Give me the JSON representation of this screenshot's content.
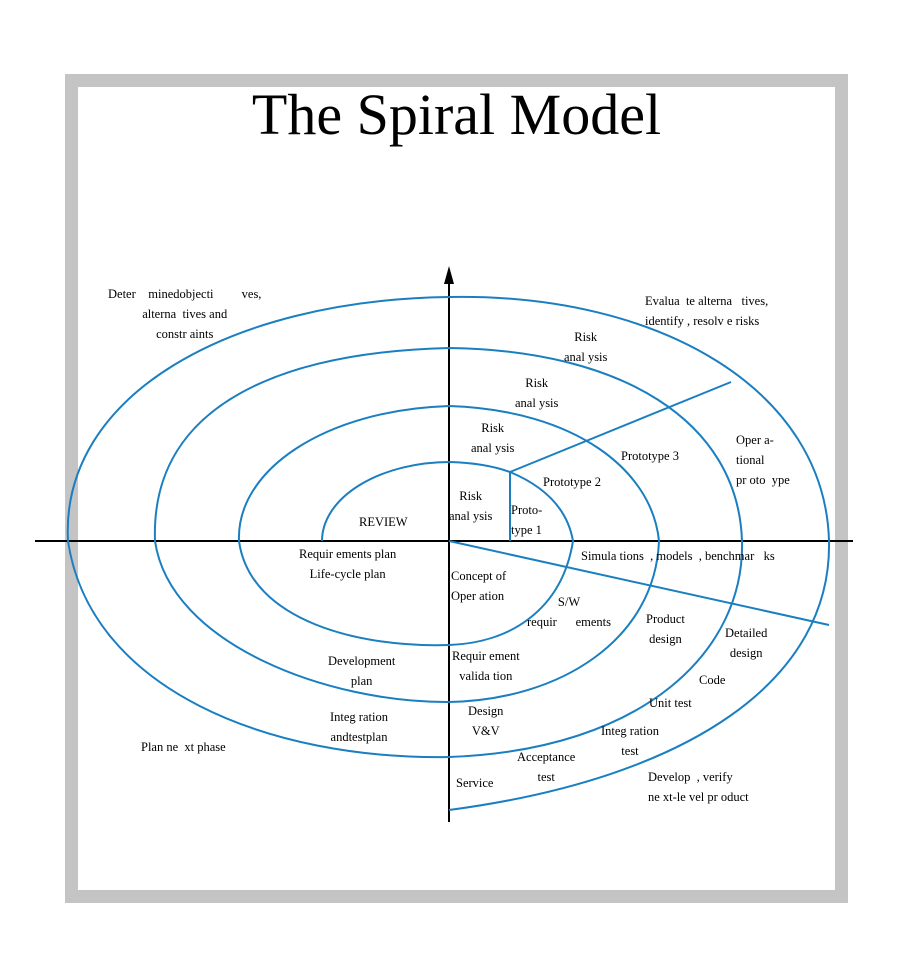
{
  "title": "The Spiral Model",
  "labels": {
    "determine": "Deter    minedobjecti         ves,\nalterna  tives and\nconstr aints",
    "evaluate": "Evalua  te alterna   tives,\nidentify , resolv e risks",
    "risk4": "Risk\nanal ysis",
    "risk3": "Risk\nanal ysis",
    "risk2": "Risk\nanal ysis",
    "risk1": "Risk\nanal ysis",
    "prototype1": "Proto-\ntype 1",
    "prototype2": "Prototype 2",
    "prototype3": "Prototype 3",
    "operational_prototype": "Oper a-\ntional\npr oto  ype",
    "review": "REVIEW",
    "requirements_plan": "Requir ements plan\nLife-cycle plan",
    "concept_operation": "Concept of\nOper ation",
    "simulations": "Simula tions  , models  , benchmar   ks",
    "sw_requirements": "S/W\nrequir      ements",
    "product_design": "Product\ndesign",
    "detailed_design": "Detailed\ndesign",
    "development_plan": "Development\nplan",
    "requirement_validation": "Requir ement\nvalida tion",
    "code": "Code",
    "unit_test": "Unit test",
    "integration_test_plan": "Integ ration\nandtestplan",
    "design_vv": "Design\nV&V",
    "integration_test": "Integ ration\ntest",
    "plan_next_phase": "Plan ne  xt phase",
    "acceptance_test": "Acceptance\ntest",
    "service": "Service",
    "develop_verify": "Develop  , verify\nne xt-le vel pr oduct"
  },
  "colors": {
    "spiral": "#1a7fc1",
    "axis": "#000000",
    "frame": "#c4c4c4"
  }
}
